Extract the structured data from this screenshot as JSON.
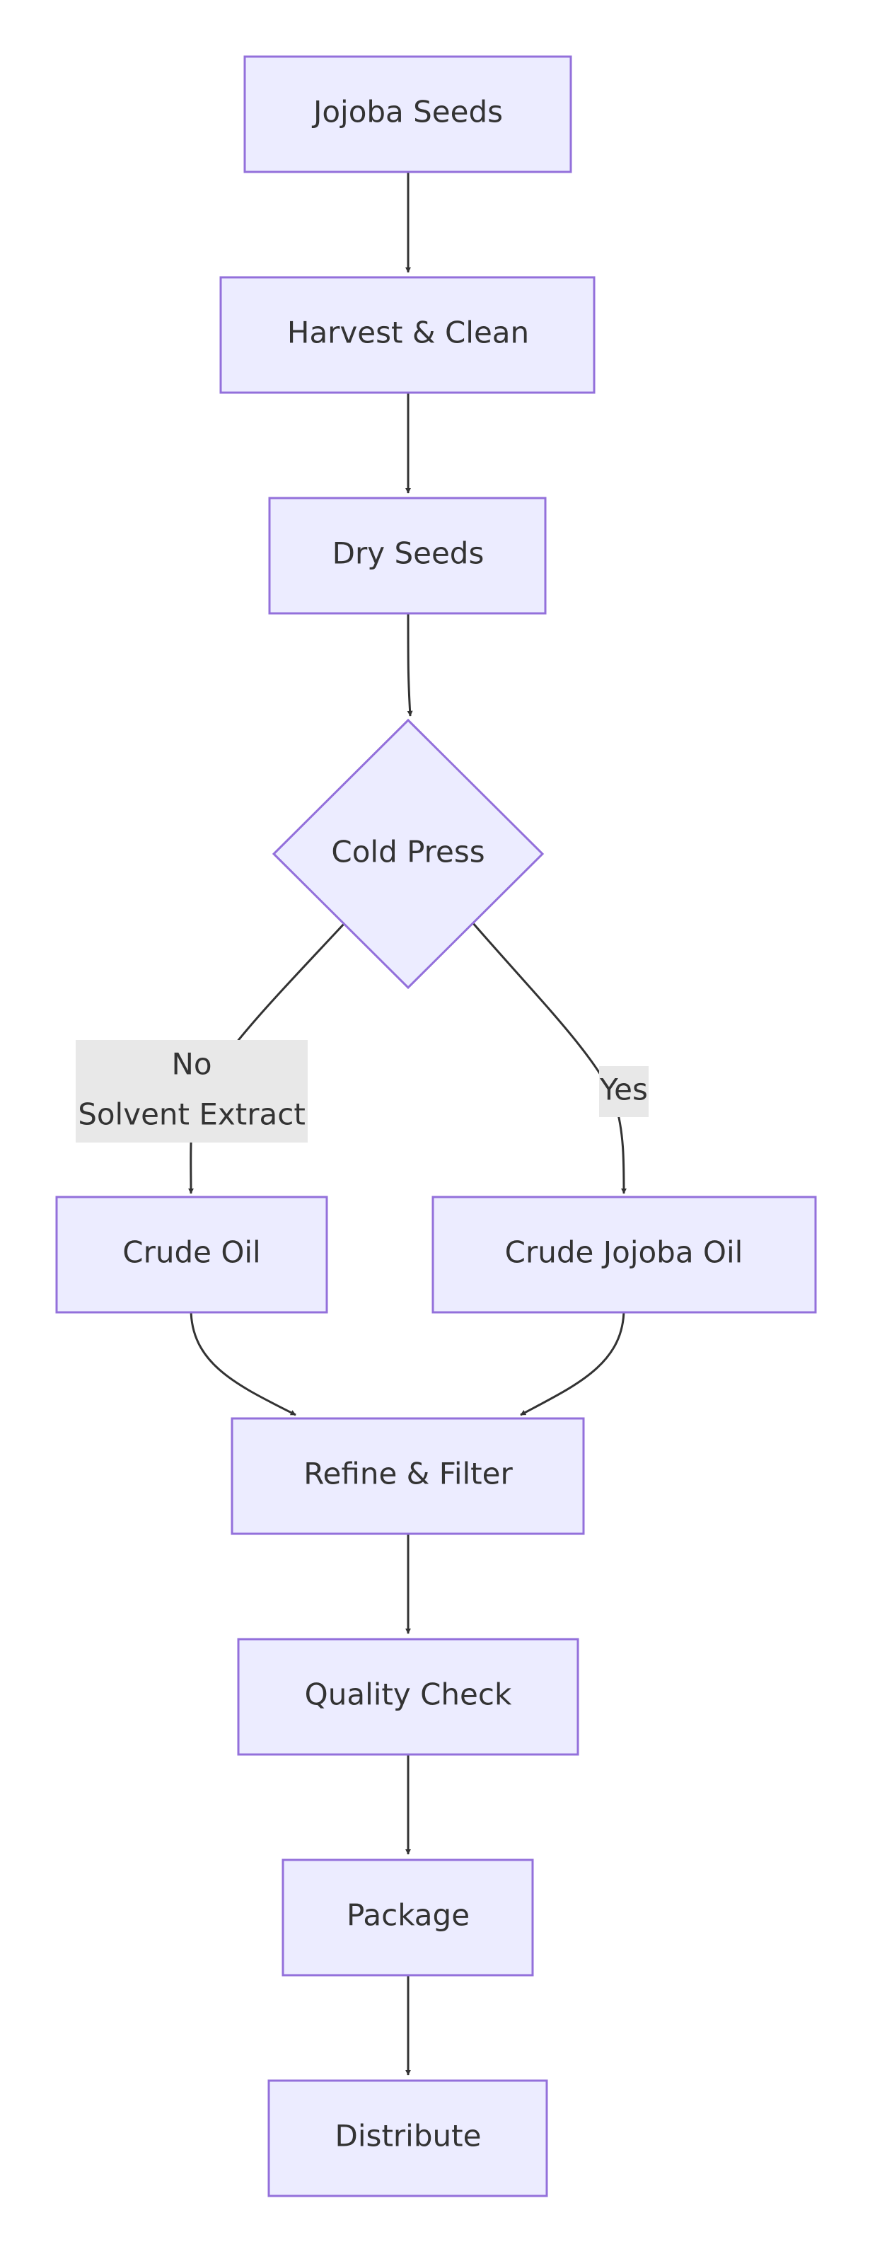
{
  "colors": {
    "node_fill": "#ECECFF",
    "node_stroke": "#9370DB",
    "edge": "#333333",
    "label_bg": "#E8E8E8",
    "text": "#333333"
  },
  "nodes": {
    "jojoba_seeds": "Jojoba Seeds",
    "harvest_clean": "Harvest & Clean",
    "dry_seeds": "Dry Seeds",
    "cold_press": "Cold Press",
    "crude_oil": "Crude Oil",
    "crude_jojoba_oil": "Crude Jojoba Oil",
    "refine_filter": "Refine & Filter",
    "quality_check": "Quality Check",
    "package": "Package",
    "distribute": "Distribute"
  },
  "edge_labels": {
    "no_line1": "No",
    "no_line2": "Solvent Extract",
    "yes": "Yes"
  }
}
